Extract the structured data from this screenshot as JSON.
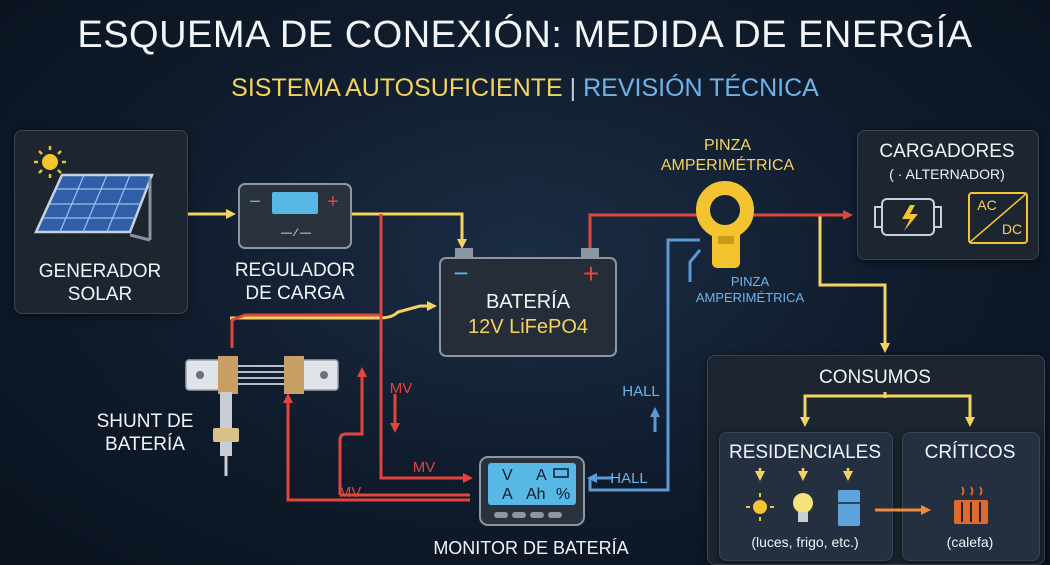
{
  "title": "ESQUEMA DE CONEXIÓN: MEDIDA DE ENERGÍA",
  "subtitle": {
    "left": "SISTEMA AUTOSUFICIENTE",
    "separator": "|",
    "right": "REVISIÓN TÉCNICA"
  },
  "nodes": {
    "solar": {
      "line1": "GENERADOR",
      "line2": "SOLAR",
      "icon": "solar-panel-icon"
    },
    "regulator": {
      "line1": "REGULADOR",
      "line2": "DE CARGA",
      "minus": "−",
      "plus": "+",
      "symbol": "— ⁄ —"
    },
    "battery": {
      "line1": "BATERÍA",
      "line2": "12V LiFePO4",
      "minus": "−",
      "plus": "+"
    },
    "clamp_top": {
      "line1": "PINZA",
      "line2": "AMPERIMÉTRICA"
    },
    "clamp_side": {
      "line1": "PINZA",
      "line2": "AMPERIMÉTRICA"
    },
    "chargers": {
      "line1": "CARGADORES",
      "line2": "( · ALTERNADOR)",
      "ac": "AC",
      "dc": "DC"
    },
    "shunt": {
      "line1": "SHUNT DE",
      "line2": "BATERÍA"
    },
    "monitor": {
      "label": "MONITOR DE BATERÍA",
      "screen": {
        "v": "V",
        "a": "A",
        "a2": "A",
        "ah": "Ah",
        "pct": "%"
      }
    },
    "consumos": {
      "title": "CONSUMOS"
    },
    "residenciales": {
      "title": "RESIDENCIALES",
      "note": "(luces, frigo, etc.)"
    },
    "criticos": {
      "title": "CRÍTICOS",
      "note": "(calefa)"
    }
  },
  "signal_labels": {
    "mv_upper": "MV",
    "mv_mid": "MV",
    "mv_lower": "MV",
    "hall_upper": "HALL",
    "hall_lower": "HALL"
  },
  "colors": {
    "power_yellow": "#f4d35e",
    "sense_red": "#e0453e",
    "hall_blue": "#5b9bd5",
    "background": "#0f1b2b"
  }
}
